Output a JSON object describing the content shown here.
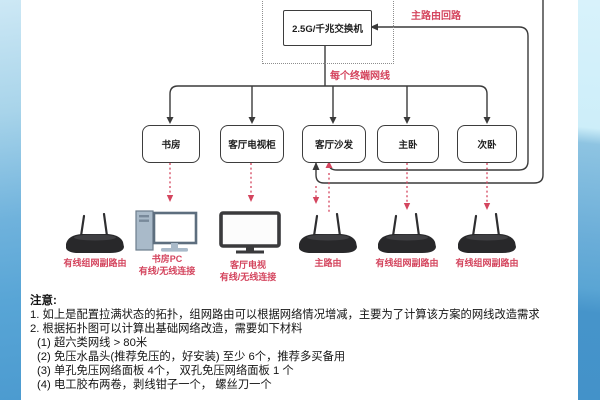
{
  "diagram": {
    "switch_label": "2.5G/千兆交换机",
    "loop_label": "主路由回路",
    "cable_label": "每个终端网线",
    "rooms": [
      {
        "label": "书房"
      },
      {
        "label": "客厅电视柜"
      },
      {
        "label": "客厅沙发"
      },
      {
        "label": "主卧"
      },
      {
        "label": "次卧"
      }
    ],
    "devices": [
      {
        "type": "router",
        "label": "有线组网副路由",
        "sublabel": ""
      },
      {
        "type": "pc",
        "label": "书房PC",
        "sublabel": "有线/无线连接"
      },
      {
        "type": "tv",
        "label": "客厅电视",
        "sublabel": "有线/无线连接"
      },
      {
        "type": "router",
        "label": "主路由",
        "sublabel": ""
      },
      {
        "type": "router",
        "label": "有线组网副路由",
        "sublabel": ""
      },
      {
        "type": "router",
        "label": "有线组网副路由",
        "sublabel": ""
      }
    ]
  },
  "notes": {
    "title": "注意:",
    "lines": [
      "1. 如上是配置拉满状态的拓扑，组网路由可以根据网络情况增减，主要为了计算该方案的网线改造需求",
      "2. 根据拓扑图可以计算出基础网络改造，需要如下材料",
      "(1) 超六类网线 > 80米",
      "(2) 免压水晶头(推荐免压的，好安装) 至少 6个，推荐多买备用",
      "(3) 单孔免压网络面板 4个， 双孔免压网络面板 1 个",
      "(4) 电工胶布两卷，剥线钳子一个， 螺丝刀一个"
    ]
  },
  "colors": {
    "accent_red": "#d4455e",
    "line_dark": "#3a3a3a",
    "bg_blue": "#5aa5d6"
  }
}
